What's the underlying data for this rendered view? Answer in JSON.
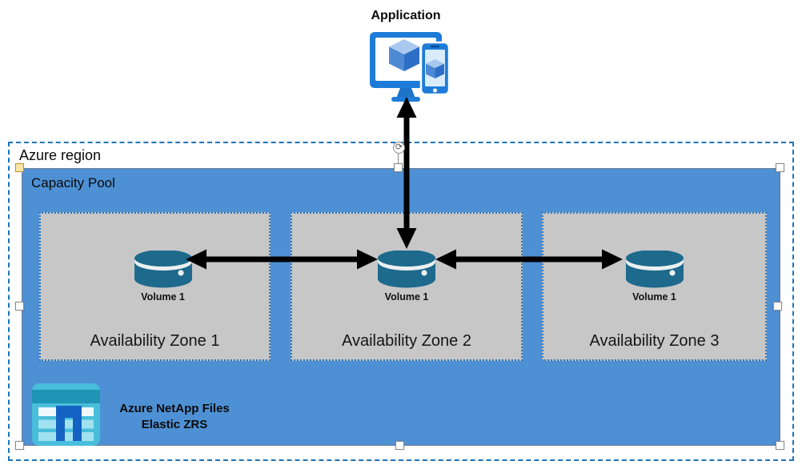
{
  "application": {
    "label": "Application",
    "icon": "application-devices-icon"
  },
  "region": {
    "label": "Azure region"
  },
  "pool": {
    "label": "Capacity Pool"
  },
  "zones": [
    {
      "label": "Availability Zone 1",
      "volume_label": "Volume 1",
      "icon": "volume-cylinder-icon"
    },
    {
      "label": "Availability Zone 2",
      "volume_label": "Volume 1",
      "icon": "volume-cylinder-icon"
    },
    {
      "label": "Availability Zone 3",
      "volume_label": "Volume 1",
      "icon": "volume-cylinder-icon"
    }
  ],
  "branding": {
    "line1": "Azure NetApp Files",
    "line2": "Elastic ZRS",
    "icon": "azure-netapp-files-icon"
  },
  "connections": [
    {
      "from": "Application",
      "to": "Volume 1 (Availability Zone 2)",
      "style": "double-headed-arrow"
    },
    {
      "from": "Volume 1 (Availability Zone 1)",
      "to": "Volume 1 (Availability Zone 2)",
      "style": "double-headed-arrow"
    },
    {
      "from": "Volume 1 (Availability Zone 2)",
      "to": "Volume 1 (Availability Zone 3)",
      "style": "double-headed-arrow"
    }
  ],
  "editor_chrome": {
    "resize_handles": 7,
    "adjust_handle": 1,
    "rotate_handle": 1,
    "rotate_glyph": "⟳"
  },
  "colors": {
    "pool_fill": "#4E90D4",
    "zone_fill": "#C7C7C8",
    "zone_border": "#2E75B6",
    "region_border": "#1C74B8",
    "cylinder": "#1D6A8C",
    "arrow": "#000000",
    "device_frame": "#1E7CD8",
    "cube_top": "#A9C8F0",
    "cube_left": "#4E8AD4",
    "cube_right": "#2D6FC6",
    "netapp_body": "#49BEDB",
    "netapp_band": "#1E95B4",
    "netapp_stripe": "#A0E2F0",
    "netapp_n": "#1463C4"
  }
}
